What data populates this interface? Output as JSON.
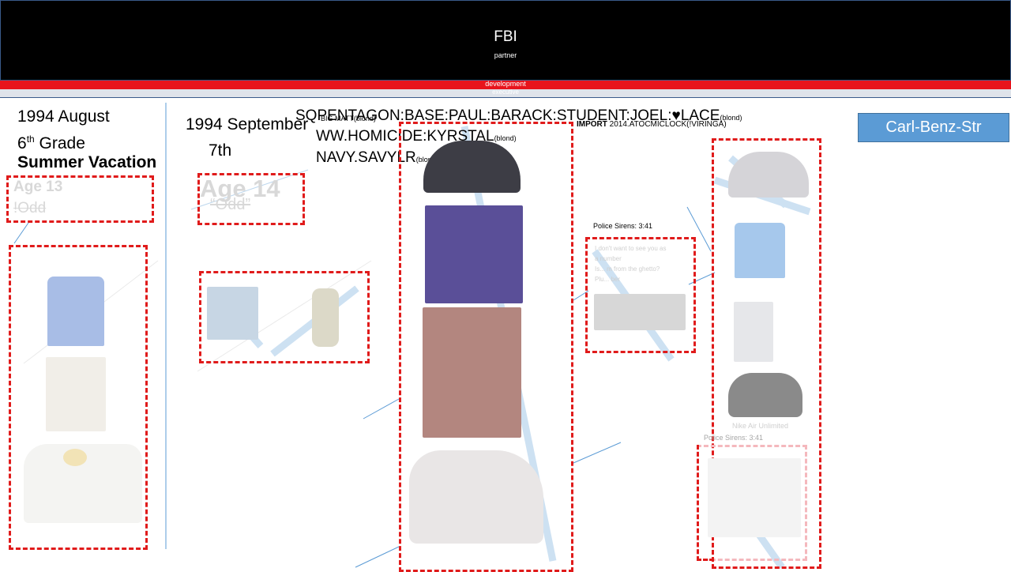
{
  "header": {
    "title": "FBI",
    "subtitle": "partner",
    "redbar_label": "development",
    "graybar_label": "executive"
  },
  "col1": {
    "date": "1994 August",
    "grade_num": "6",
    "grade_sup": "th",
    "grade_word": " Grade",
    "event": "Summer Vacation",
    "age": "Age 13",
    "tag": "!Odd"
  },
  "col2": {
    "date": "1994 September",
    "day": "7th",
    "age": "Age 14",
    "tag": "“Odd”"
  },
  "codes": {
    "prefix": "SQ",
    "line1": "PENTAGON:BASE:PAUL:BARACK:STUDENT:JOEL:",
    "heart": "♥",
    "line1_end": "LACE",
    "line1_sub": "(blond)",
    "bigmatt": "BIG MATT(blond)",
    "line2": "WW.HOMICIDE:KYRSTAL",
    "line2_sub": "(blond)",
    "line3": "NAVY.SAVYLR",
    "line3_sub": "(blond)"
  },
  "import_label": {
    "keyword": "IMPORT",
    "value": "2014.ATOCMICLOCK(!VIRINGA)"
  },
  "button": {
    "label": "Carl-Benz-Str"
  },
  "captions": {
    "sirens1": "Police Sirens: 3:41",
    "sirens2": "Police Sirens: 3:41",
    "lyrics_1": "I don't want to see you as",
    "lyrics_2": "a number",
    "lyrics_3": "Is... m from the ghetto?",
    "lyrics_4": "Plu... ber",
    "nike": "Nike Air Unlimited"
  },
  "colors": {
    "dash_red": "#e01b1b",
    "red_bar": "#e8141c",
    "button_blue": "#5b9bd5",
    "line_blue": "#9dc3e6"
  },
  "icons": [
    "heart-icon"
  ]
}
